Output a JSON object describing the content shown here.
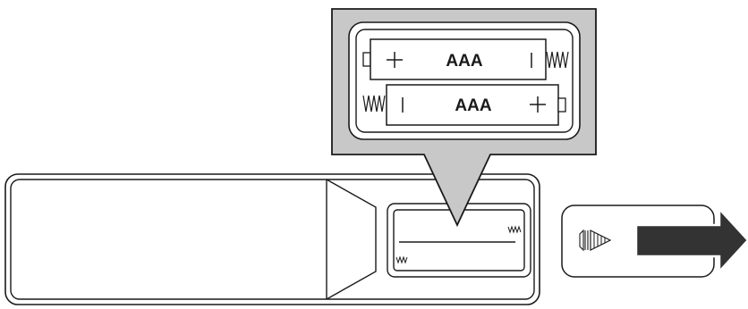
{
  "batteries": [
    {
      "label": "AAA",
      "orientation": "positive-left"
    },
    {
      "label": "AAA",
      "orientation": "positive-right"
    }
  ],
  "colors": {
    "line": "#1a1a1a",
    "callout_fill": "#c8c8c8",
    "panel_fill": "#ffffff",
    "arrow_fill": "#333333"
  },
  "icons": [
    "spring-icon",
    "battery-terminal-icon",
    "slide-direction-icon",
    "arrow-right-icon"
  ]
}
